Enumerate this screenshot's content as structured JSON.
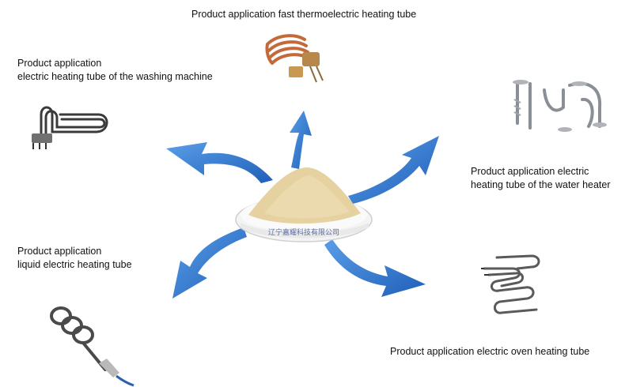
{
  "center": {
    "plate_text": "辽宁嘉耀科技有限公司"
  },
  "applications": {
    "fast_heating": {
      "text": "Product application fast thermoelectric heating tube"
    },
    "washing_machine": {
      "line1": "Product application",
      "line2": "electric heating tube of the washing machine"
    },
    "water_heater": {
      "line1": "Product application electric",
      "line2": "heating tube of the water heater"
    },
    "liquid": {
      "line1": "Product application",
      "line2": "liquid electric heating tube"
    },
    "oven": {
      "text": "Product application electric oven heating tube"
    }
  },
  "colors": {
    "arrow": "#2b6fc9",
    "arrow_light": "#4a90e0",
    "powder": "#e6d2a0",
    "copper": "#c46a3a",
    "steel": "#8a8f95"
  }
}
